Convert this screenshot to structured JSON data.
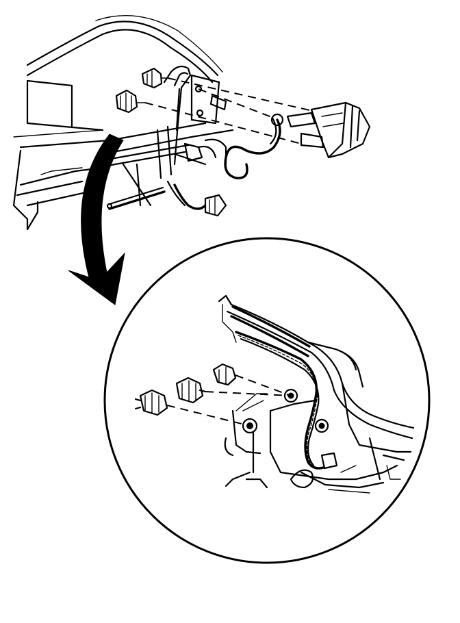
{
  "figure": {
    "colors": {
      "ink": "#000000",
      "paper": "#ffffff"
    },
    "parts": [
      "vehicle-rear-body",
      "tail-lamp-assembly",
      "wiring-harness",
      "bulb-socket",
      "bulb",
      "detail-callout-arrow",
      "detail-magnifier-circle"
    ]
  }
}
